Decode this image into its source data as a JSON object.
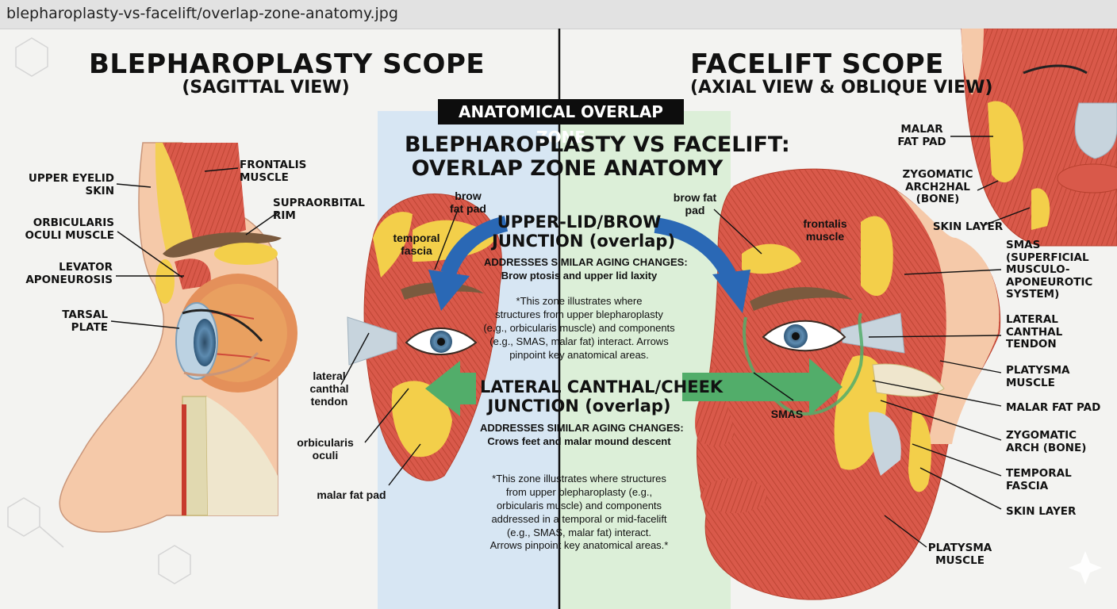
{
  "window": {
    "title": "blepharoplasty-vs-facelift/overlap-zone-anatomy.jpg"
  },
  "left": {
    "title": "BLEPHAROPLASTY SCOPE",
    "subtitle": "(SAGITTAL VIEW)",
    "labels": {
      "upper_eyelid_skin": "UPPER EYELID\nSKIN",
      "frontalis": "FRONTALIS\nMUSCLE",
      "supraorbital": "SUPRAORBITAL\nRIM",
      "orbicularis": "ORBICULARIS\nOCULI MUSCLE",
      "levator": "LEVATOR\nAPONEUROSIS",
      "tarsal": "TARSAL\nPLATE"
    }
  },
  "center": {
    "badge": "ANATOMICAL OVERLAP ZONE",
    "title": "BLEPHAROPLASTY VS FACELIFT:\nOVERLAP ZONE ANATOMY",
    "junction1": "UPPER-LID/BROW\nJUNCTION (overlap)",
    "addr1_head": "ADDRESSES SIMILAR AGING CHANGES:",
    "addr1_body": "Brow ptosis and upper lid laxity",
    "note1": "*This zone illustrates where\nstructures from upper blepharoplasty\n(e.g., orbicularis muscle) and components\n(e.g., SMAS, malar fat) interact. Arrows\npinpoint key anatomical areas.",
    "junction2": "LATERAL CANTHAL/CHEEK\nJUNCTION (overlap)",
    "addr2_head": "ADDRESSES SIMILAR AGING CHANGES:",
    "addr2_body": "Crows feet and malar mound descent",
    "note2": "*This zone illustrates where structures\nfrom upper blepharoplasty (e.g.,\norbicularis muscle) and components\naddressed in a temporal or mid-facelift\n(e.g., SMAS, malar fat) interact.\nArrows pinpoint key anatomical areas.*",
    "labels": {
      "brow_fat_pad_l": "brow\nfat pad",
      "temporal_fascia": "temporal\nfascia",
      "lateral_canthal": "lateral\ncanthal\ntendon",
      "orbicularis_oculi": "orbicularis\noculi",
      "malar_fat_pad": "malar fat pad",
      "brow_fat_pad_r": "brow fat\npad",
      "frontalis_muscle": "frontalis\nmuscle",
      "smas": "SMAS"
    }
  },
  "right": {
    "title": "FACELIFT SCOPE",
    "subtitle": "(AXIAL VIEW & OBLIQUE VIEW)",
    "labels": {
      "malar_fat_pad_top": "MALAR\nFAT PAD",
      "zygomatic_top": "ZYGOMATIC\nARCH2HAL\n(BONE)",
      "skin_layer_top": "SKIN LAYER",
      "smas": "SMAS\n(SUPERFICIAL\nMUSCULO-\nAPONEUROTIC\nSYSTEM)",
      "lateral_canthal": "LATERAL\nCANTHAL\nTENDON",
      "platysma1": "PLATYSMA\nMUSCLE",
      "malar_fat_pad": "MALAR FAT PAD",
      "zygomatic": "ZYGOMATIC\nARCH (BONE)",
      "temporal_fascia": "TEMPORAL\nFASCIA",
      "skin_layer": "SKIN LAYER",
      "platysma2": "PLATYSMA\nMUSCLE"
    }
  },
  "colors": {
    "muscle": "#d9594a",
    "muscle_dark": "#b8412f",
    "fat": "#f3cf4a",
    "skin": "#f5c9a9",
    "blue_zone": "#d7e6f3",
    "green_zone": "#dcefd8",
    "arrow_blue": "#2a68b5",
    "arrow_green": "#52ad6a"
  }
}
